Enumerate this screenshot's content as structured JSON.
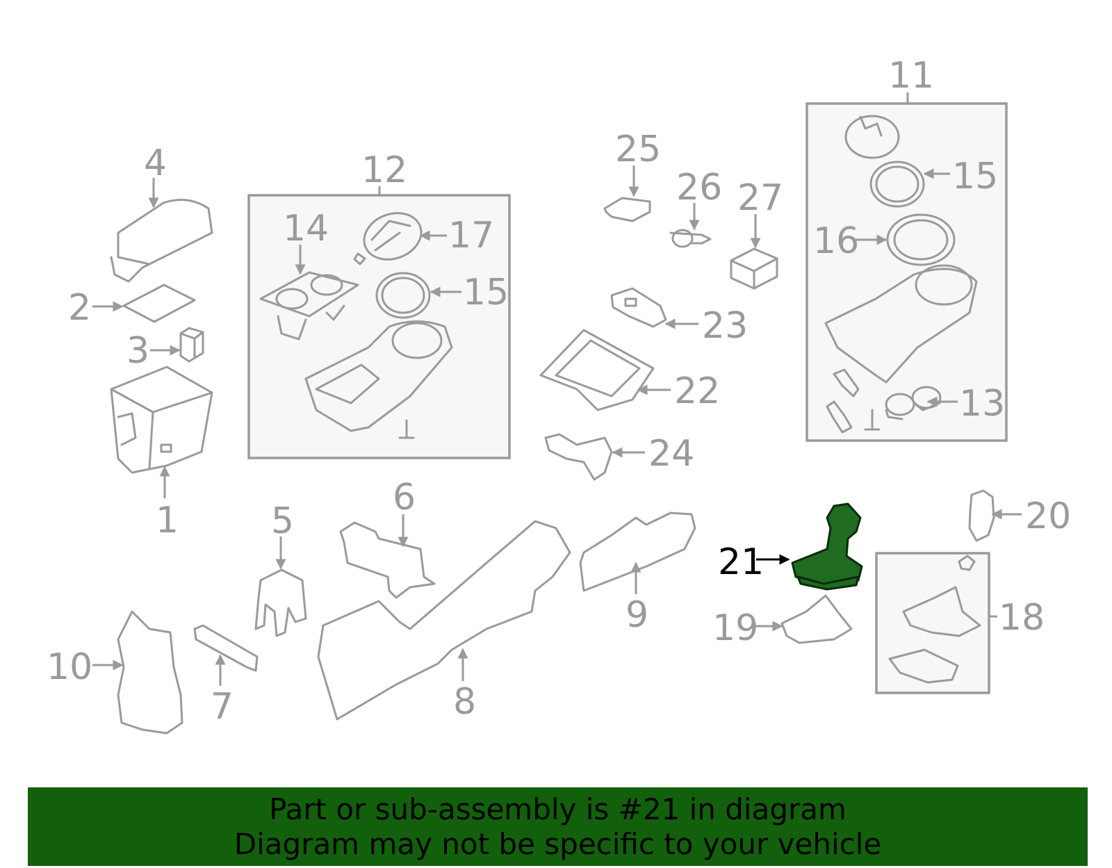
{
  "callouts": {
    "c1": "1",
    "c2": "2",
    "c3": "3",
    "c4": "4",
    "c5": "5",
    "c6": "6",
    "c7": "7",
    "c8": "8",
    "c9": "9",
    "c10": "10",
    "c11": "11",
    "c12": "12",
    "c13": "13",
    "c14": "14",
    "c15a": "15",
    "c15b": "15",
    "c16": "16",
    "c17": "17",
    "c18": "18",
    "c19": "19",
    "c20": "20",
    "c21": "21",
    "c22": "22",
    "c23": "23",
    "c24": "24",
    "c25": "25",
    "c26": "26",
    "c27": "27"
  },
  "highlight": {
    "part": "21",
    "color": "#1f6b1f"
  },
  "banner": {
    "line1": "Part or sub-assembly is #21 in diagram",
    "line2": "Diagram may not be specific to your vehicle",
    "background": "#12600c"
  }
}
